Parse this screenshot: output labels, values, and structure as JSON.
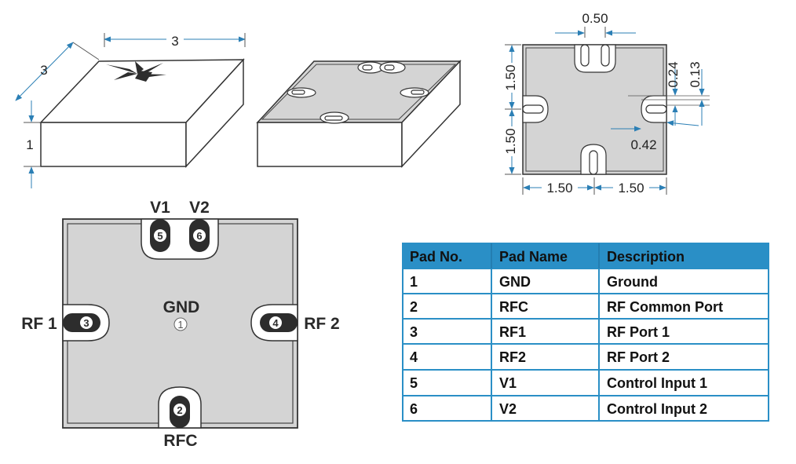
{
  "isometric": {
    "width_label": "3",
    "depth_label": "3",
    "height_label": "1"
  },
  "footprint": {
    "top_spacing": "0.50",
    "upper_half": "1.50",
    "lower_half": "1.50",
    "slot_depth": "0.24",
    "slot_half_width": "0.13",
    "slot_width": "0.42",
    "left_half": "1.50",
    "right_half": "1.50"
  },
  "pinout": {
    "labels": {
      "v1": "V1",
      "v2": "V2",
      "rf1": "RF 1",
      "rf2": "RF 2",
      "gnd": "GND",
      "rfc": "RFC"
    },
    "pad_numbers": {
      "v1": "5",
      "v2": "6",
      "rf1": "3",
      "rf2": "4",
      "gnd": "1",
      "rfc": "2"
    }
  },
  "pad_table": {
    "headers": [
      "Pad No.",
      "Pad Name",
      "Description"
    ],
    "rows": [
      [
        "1",
        "GND",
        "Ground"
      ],
      [
        "2",
        "RFC",
        "RF Common Port"
      ],
      [
        "3",
        "RF1",
        "RF Port 1"
      ],
      [
        "4",
        "RF2",
        "RF Port 2"
      ],
      [
        "5",
        "V1",
        "Control Input 1"
      ],
      [
        "6",
        "V2",
        "Control Input 2"
      ]
    ],
    "colors": {
      "header_bg": "#2a8fc6",
      "border": "#2a8fc6"
    }
  },
  "colors": {
    "package_fill": "#d4d4d4",
    "arrow": "#2b7fb5",
    "pad_dark": "#2d2d2d"
  }
}
